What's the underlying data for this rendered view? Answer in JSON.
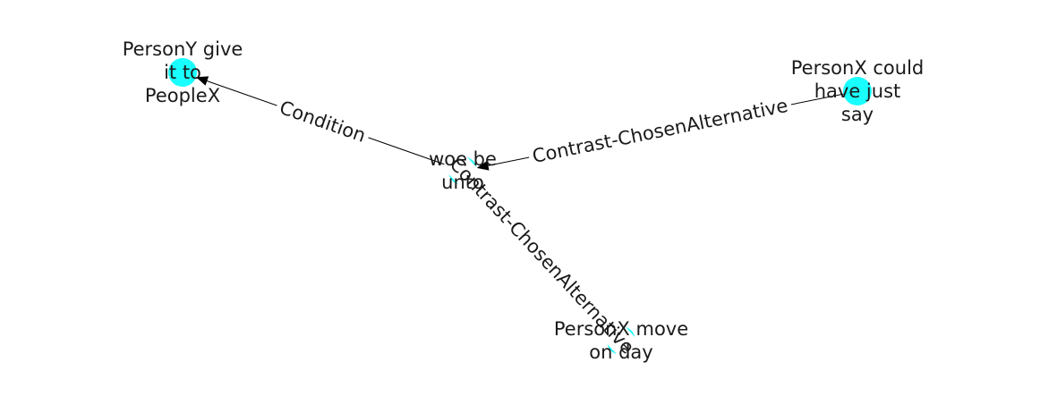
{
  "graph": {
    "node_color": "#00ffff",
    "edge_color": "#000000",
    "nodes": [
      {
        "id": "woe",
        "label_lines": [
          "woe be",
          "unto"
        ]
      },
      {
        "id": "persony",
        "label_lines": [
          "PersonY give",
          "it to",
          "PeopleX"
        ]
      },
      {
        "id": "personx_say",
        "label_lines": [
          "PersonX could",
          "have just",
          "say"
        ]
      },
      {
        "id": "personx_move",
        "label_lines": [
          "PersonX move",
          "on day"
        ]
      }
    ],
    "edges": [
      {
        "id": "condition",
        "source": "woe",
        "target": "persony",
        "label": "Condition"
      },
      {
        "id": "contrast-1",
        "source": "personx_say",
        "target": "woe",
        "label": "Contrast-ChosenAlternative"
      },
      {
        "id": "contrast-2",
        "source": "woe",
        "target": "personx_move",
        "label": "Contrast-ChosenAlternative"
      }
    ]
  }
}
